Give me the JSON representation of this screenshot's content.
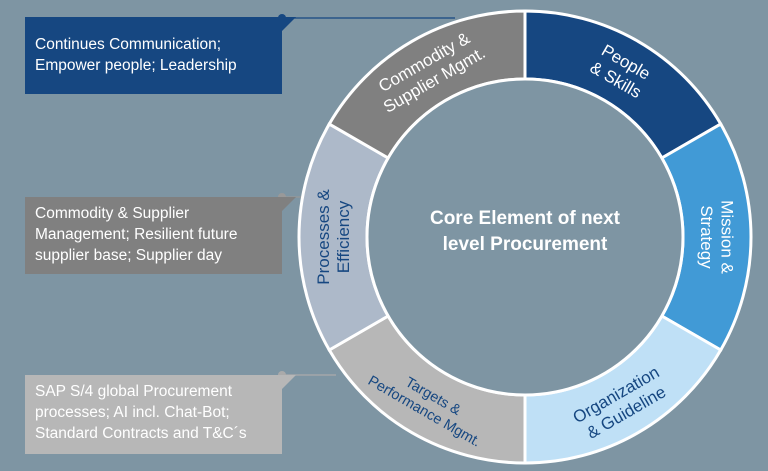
{
  "center": {
    "line1": "Core Element of next",
    "line2": "level Procurement"
  },
  "segments": [
    {
      "id": "people",
      "lines": [
        "People",
        "& Skills"
      ],
      "fill": "#164781",
      "text_color": "#ffffff"
    },
    {
      "id": "mission",
      "lines": [
        "Mission &",
        "Strategy"
      ],
      "fill": "#419ad6",
      "text_color": "#ffffff"
    },
    {
      "id": "organization",
      "lines": [
        "Organization",
        "& Guideline"
      ],
      "fill": "#bfe0f6",
      "text_color": "#164781"
    },
    {
      "id": "targets",
      "lines": [
        "Targets &",
        "Performance Mgmt."
      ],
      "fill": "#b7b7b7",
      "text_color": "#164781"
    },
    {
      "id": "processes",
      "lines": [
        "Processes &",
        "Efficiency"
      ],
      "fill": "#adb9c9",
      "text_color": "#164781"
    },
    {
      "id": "commodity",
      "lines": [
        "Commodity &",
        "Supplier Mgmt."
      ],
      "fill": "#808080",
      "text_color": "#ffffff"
    }
  ],
  "callouts": [
    {
      "id": "people",
      "lines": [
        "Continues Communication;",
        "Empower people; Leadership"
      ],
      "fill": "#164781",
      "dot_color": "#164781"
    },
    {
      "id": "commodity",
      "lines": [
        "Commodity & Supplier",
        "Management; Resilient future",
        "supplier base; Supplier day"
      ],
      "fill": "#808080",
      "dot_color": "#999999"
    },
    {
      "id": "processes",
      "lines": [
        "SAP S/4 global Procurement",
        "processes; AI incl. Chat-Bot;",
        "Standard Contracts and T&C´s"
      ],
      "fill": "#b7b7b7",
      "dot_color": "#aaaaaa"
    }
  ],
  "colors": {
    "background": "#7e95a3",
    "ring_border": "#ffffff",
    "center_fill": "#7e95a3"
  }
}
